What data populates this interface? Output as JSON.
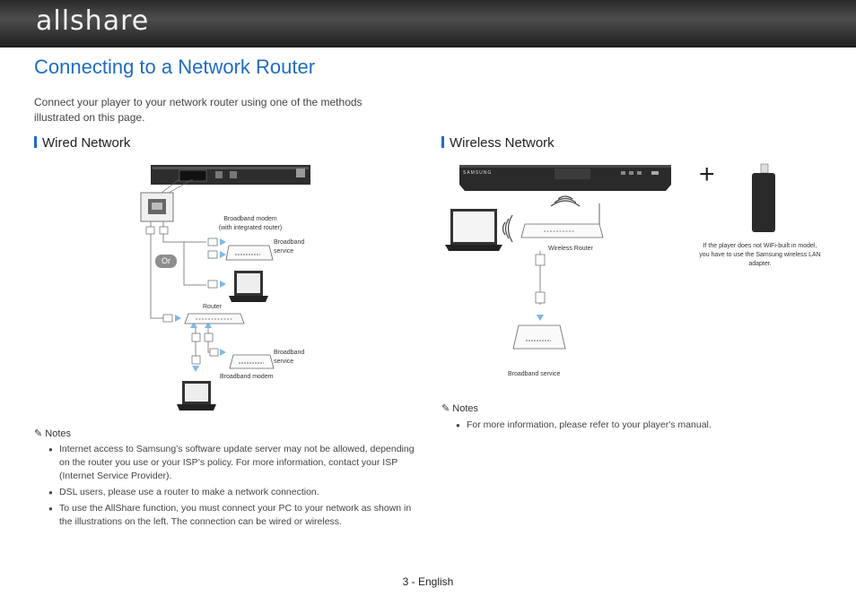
{
  "header": {
    "logo": "allshare"
  },
  "page": {
    "title": "Connecting to a Network Router",
    "intro": "Connect your player to your network router using one of the methods illustrated on this page."
  },
  "wired": {
    "heading": "Wired Network",
    "labels": {
      "modem_integrated": "Broadband modem\n(with integrated router)",
      "broadband_service_1": "Broadband\nservice",
      "or": "Or",
      "router": "Router",
      "broadband_service_2": "Broadband\nservice",
      "broadband_modem": "Broadband modem"
    },
    "notes_heading": "Notes",
    "notes": [
      "Internet access to Samsung’s software update server may not be allowed, depending on the router you use or your ISP’s policy. For more information, contact your ISP (Internet Service Provider).",
      "DSL users, please use a router to make a network connection.",
      "To use the AllShare function, you must connect your PC to your network as shown in the illustrations on the left. The connection can be wired or wireless."
    ]
  },
  "wireless": {
    "heading": "Wireless Network",
    "labels": {
      "brand": "SAMSUNG",
      "wireless_router": "Wireless Router",
      "broadband_service": "Broadband service",
      "adapter_note": "If the player does not WiFi-built in model, you have to use the Samsung wireless LAN adapter.",
      "plus": "+"
    },
    "notes_heading": "Notes",
    "notes": [
      "For more information, please refer to your player's manual."
    ]
  },
  "footer": {
    "page_label": "3 - English"
  }
}
